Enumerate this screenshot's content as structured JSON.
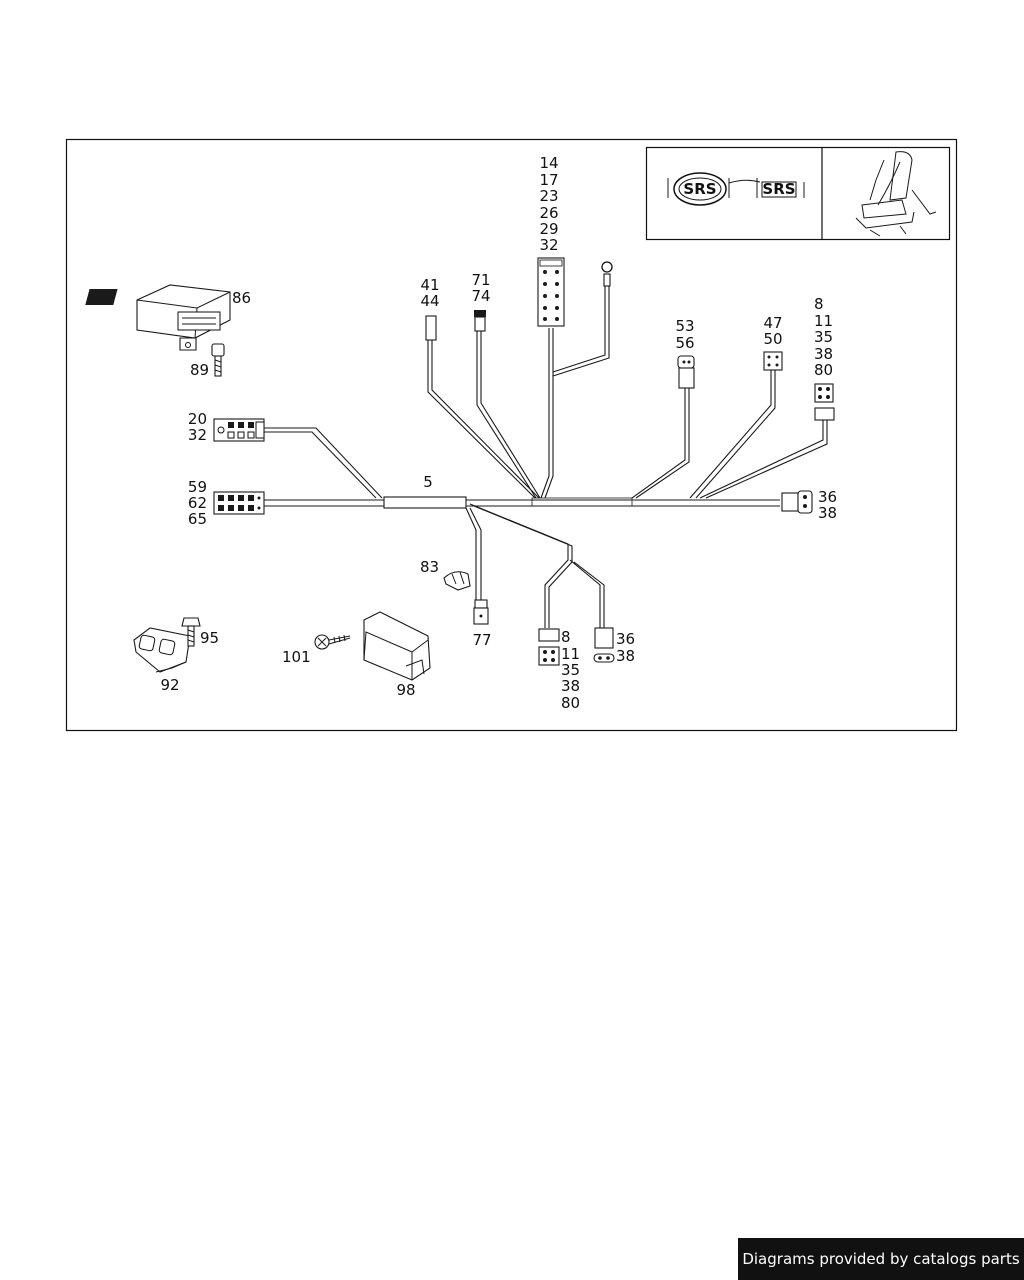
{
  "callouts": {
    "p5": "5",
    "p14_32": [
      "14",
      "17",
      "23",
      "26",
      "29",
      "32"
    ],
    "p41_44": [
      "41",
      "44"
    ],
    "p71_74": [
      "71",
      "74"
    ],
    "p86": "86",
    "p89": "89",
    "p20_32": [
      "20",
      "32"
    ],
    "p59_65": [
      "59",
      "62",
      "65"
    ],
    "p53_56": [
      "53",
      "56"
    ],
    "p47_50": [
      "47",
      "50"
    ],
    "p8_80_right": [
      "8",
      "11",
      "35",
      "38",
      "80"
    ],
    "p36_38_right": [
      "36",
      "38"
    ],
    "p83": "83",
    "p77": "77",
    "p95": "95",
    "p92": "92",
    "p101": "101",
    "p98": "98",
    "p8_80_bottom": [
      "8",
      "11",
      "35",
      "38",
      "80"
    ],
    "p36_38_bottom": [
      "36",
      "38"
    ]
  },
  "inset": {
    "airbag_badge": "SRS",
    "dash_badge": "SRS"
  },
  "footer": {
    "credit": "Diagrams provided by catalogs parts"
  }
}
